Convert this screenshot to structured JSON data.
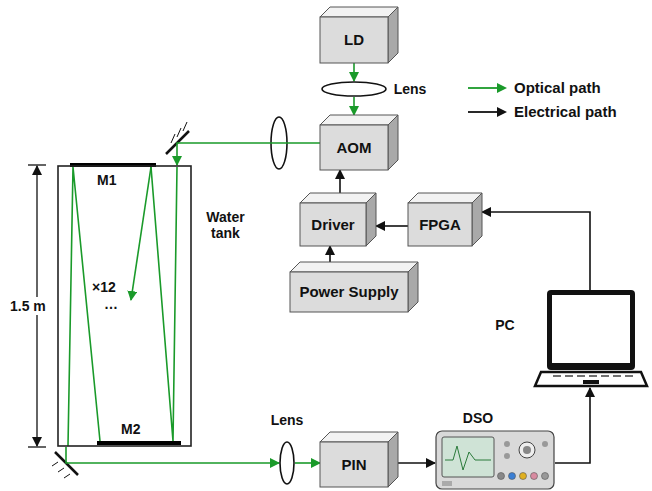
{
  "diagram": {
    "nodes": [
      {
        "text": [
          "LD"
        ]
      },
      {
        "text": [
          "Lens"
        ]
      },
      {
        "text": [
          "AOM"
        ]
      },
      {
        "text": [
          "Driver"
        ]
      },
      {
        "text": [
          "FPGA"
        ]
      },
      {
        "text": [
          "Power Supply"
        ]
      },
      {
        "text": [
          "Water tank"
        ]
      },
      {
        "text": [
          "Lens"
        ]
      },
      {
        "text": [
          "PIN"
        ]
      },
      {
        "text": [
          "DSO"
        ]
      },
      {
        "text": [
          "PC"
        ]
      }
    ],
    "edges": [
      {
        "from": 0,
        "to": 1,
        "arrow": "to"
      },
      {
        "from": 1,
        "to": 2,
        "arrow": "to"
      },
      {
        "from": 2,
        "to": 6,
        "arrow": "to"
      },
      {
        "from": 6,
        "to": 7,
        "arrow": "to"
      },
      {
        "from": 7,
        "to": 8,
        "arrow": "to"
      },
      {
        "from": 8,
        "to": 9,
        "arrow": "to"
      },
      {
        "from": 9,
        "to": 10,
        "arrow": "to"
      },
      {
        "from": 10,
        "to": 4,
        "arrow": "to"
      },
      {
        "from": 4,
        "to": 3,
        "arrow": "to"
      },
      {
        "from": 3,
        "to": 2,
        "arrow": "to"
      },
      {
        "from": 5,
        "to": 3,
        "arrow": "to"
      }
    ],
    "labels": [
      "1.5 m",
      "M1",
      "M2",
      "×12",
      "…"
    ],
    "legend": [
      {
        "text": "Optical path"
      },
      {
        "text": "Electrical path"
      }
    ]
  }
}
